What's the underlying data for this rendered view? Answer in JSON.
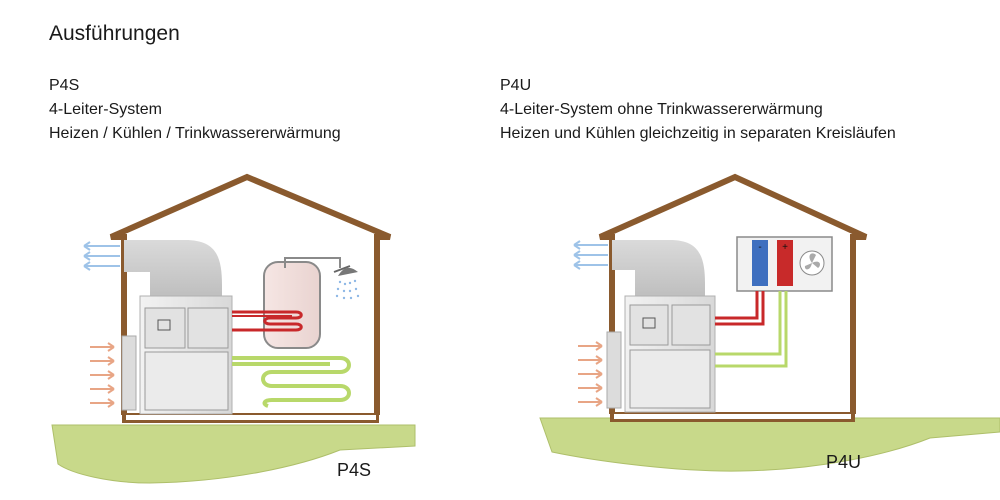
{
  "title": "Ausführungen",
  "variants": [
    {
      "name": "P4S",
      "line1": "4-Leiter-System",
      "line2": "Heizen / Kühlen / Trinkwassererwärmung",
      "caption": "P4S"
    },
    {
      "name": "P4U",
      "line1": "4-Leiter-System ohne Trinkwassererwärmung",
      "line2": "Heizen und Kühlen gleichzeitig in separaten Kreisläufen",
      "caption": "P4U"
    }
  ],
  "panel_labels": {
    "minus": "-",
    "plus": "+"
  },
  "colors": {
    "house": "#8a5a2e",
    "ground": "#c8d98a",
    "hot_pipe": "#c8282a",
    "cold_pipe": "#b8d86a",
    "unit": "#e4e4e4",
    "duct": "#cfcfcf",
    "air_in": "#e8a585",
    "air_out": "#9ec3e8",
    "panel_blue": "#3e6fbf",
    "panel_red": "#c82a2a"
  },
  "icons": [
    "air-outflow-icon",
    "air-inflow-icon",
    "shower-icon",
    "fan-icon"
  ]
}
